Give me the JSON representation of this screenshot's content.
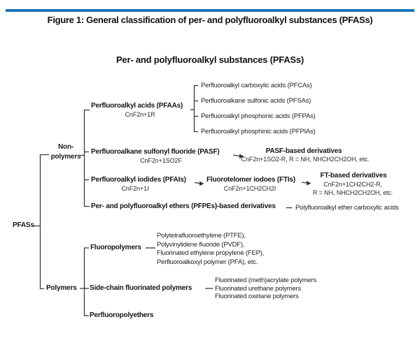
{
  "header": {
    "title": "Figure 1: General classification of per- and polyfluoroalkyl substances (PFASs)",
    "rule_color": "#1b75bc"
  },
  "diagram": {
    "heading": "Per- and polyfluoroalkyl substances (PFASs)",
    "root_label": "PFASs",
    "nonpolymers": {
      "label": "Non-polymers",
      "pfaas": {
        "name": "Perfluoroalkyl acids (PFAAs)",
        "formula": "CnF2n+1R",
        "subtypes": [
          "Perfluoroalkyl carboxylic acids (PFCAs)",
          "Perfluoroalkane sulfonic acids (PFSAs)",
          "Perfluoroalkyl phosphonic acids (PFPAs)",
          "Perfluoroalkyl phosphinic acids (PFPIAs)"
        ]
      },
      "pasf": {
        "name": "Perfluoroalkane sulfonyl fluoride (PASF)",
        "formula": "CnF2n+1SO2F",
        "derivatives_title": "PASF-based derivatives",
        "derivatives_formula": "CnF2n+1SO2-R, R = NH, NHCH2CH2OH, etc."
      },
      "pfais": {
        "name": "Perfluoroalkyl iodides (PFAIs)",
        "formula": "CnF2n+1I",
        "fti_name": "Fluorotelomer iodoes (FTIs)",
        "fti_formula": "CnF2n+1CH2CH2I",
        "derivatives_title": "FT-based derivatives",
        "derivatives_formula_1": "CnF2n+1CH2CH2-R,",
        "derivatives_formula_2": "R = NH, NHCH2CH2OH, etc."
      },
      "pfpes": {
        "name": "Per- and polyfluoroalkyl ethers (PFPEs)-based derivatives",
        "derivative": "Polyfluoroalkyl ether carboxylic acids"
      }
    },
    "polymers": {
      "label": "Polymers",
      "fluoropolymers": {
        "name": "Fluoropolymers",
        "examples": [
          "Polytetrafluoroethylene (PTFE),",
          "Polyvinylidene fluoride (PVDF),",
          "Fluorinated ethylene propylene (FEP),",
          "Perfluoroalkoxyl polymer (PFA), etc."
        ]
      },
      "side_chain": {
        "name": "Side-chain fluorinated polymers",
        "examples": [
          "Fluorinated (meth)acrylate polymers",
          "Fluorinated urethane polymers",
          "Fluorinated oxetane polymers"
        ]
      },
      "perfluoropolyethers": {
        "name": "Perfluoropolyethers"
      }
    }
  }
}
